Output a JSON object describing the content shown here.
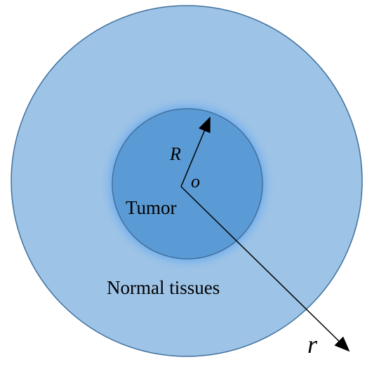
{
  "labels": {
    "tumor": "Tumor",
    "normal_tissues": "Normal tissues",
    "radius_tumor": "R",
    "origin": "o",
    "radial_coordinate": "r"
  },
  "colors": {
    "outer_fill": "#9dc3e6",
    "outer_stroke": "#41719c",
    "tumor_fill": "#5b9bd5",
    "tumor_stroke": "#41719c",
    "glow": "#3d8ff0",
    "arrow": "#000000",
    "background": "#ffffff"
  }
}
